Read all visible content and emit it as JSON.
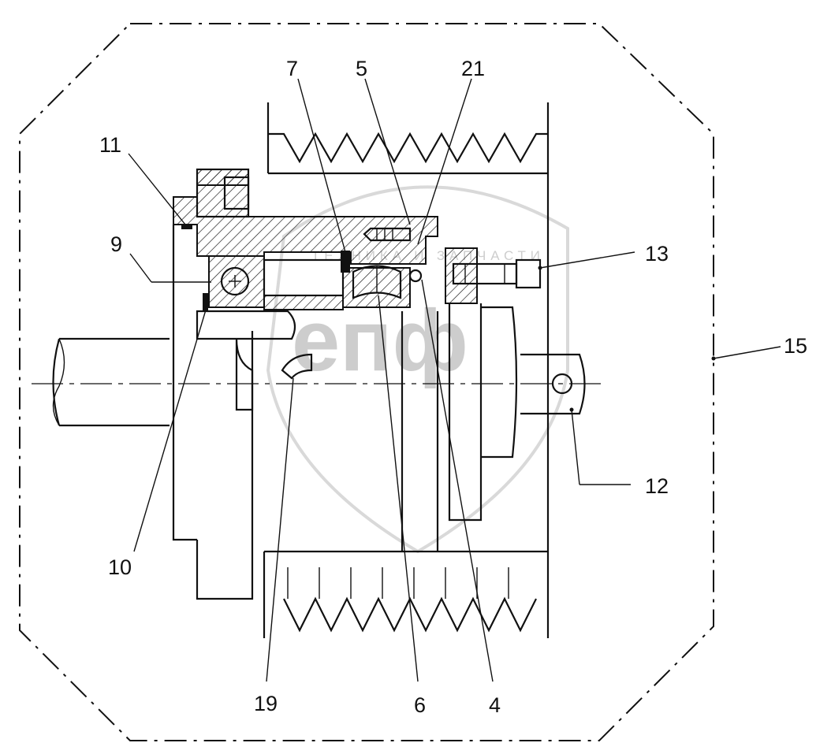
{
  "diagram": {
    "callouts": [
      {
        "id": "c7",
        "label": "7"
      },
      {
        "id": "c5",
        "label": "5"
      },
      {
        "id": "c21",
        "label": "21"
      },
      {
        "id": "c11",
        "label": "11"
      },
      {
        "id": "c9",
        "label": "9"
      },
      {
        "id": "c13",
        "label": "13"
      },
      {
        "id": "c15",
        "label": "15"
      },
      {
        "id": "c12",
        "label": "12"
      },
      {
        "id": "c10",
        "label": "10"
      },
      {
        "id": "c19",
        "label": "19"
      },
      {
        "id": "c6",
        "label": "6"
      },
      {
        "id": "c4",
        "label": "4"
      }
    ],
    "watermark": {
      "text": "ТЕХНИКА И ЗАПЧАСТИ",
      "logo_letters": "епф"
    }
  },
  "colors": {
    "line": "#111111",
    "background": "#ffffff",
    "watermark": "#c9c9c9"
  }
}
